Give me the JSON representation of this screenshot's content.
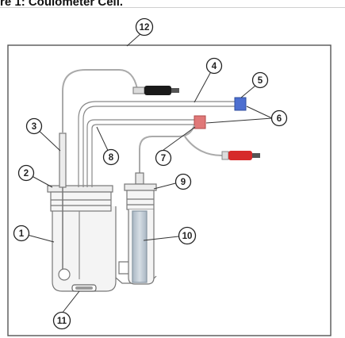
{
  "caption": "re 1: Coulometer Cell.",
  "callouts": [
    "1",
    "2",
    "3",
    "4",
    "5",
    "6",
    "7",
    "8",
    "9",
    "10",
    "11",
    "12"
  ],
  "colors": {
    "red_connector": "#d62a2a",
    "black_connector": "#1a1a1a",
    "blue_clip": "#4d6fd0",
    "pink_clip": "#e07878",
    "glass_fill": "#f3f3f3",
    "frit_fill": "#bcc8d2"
  }
}
